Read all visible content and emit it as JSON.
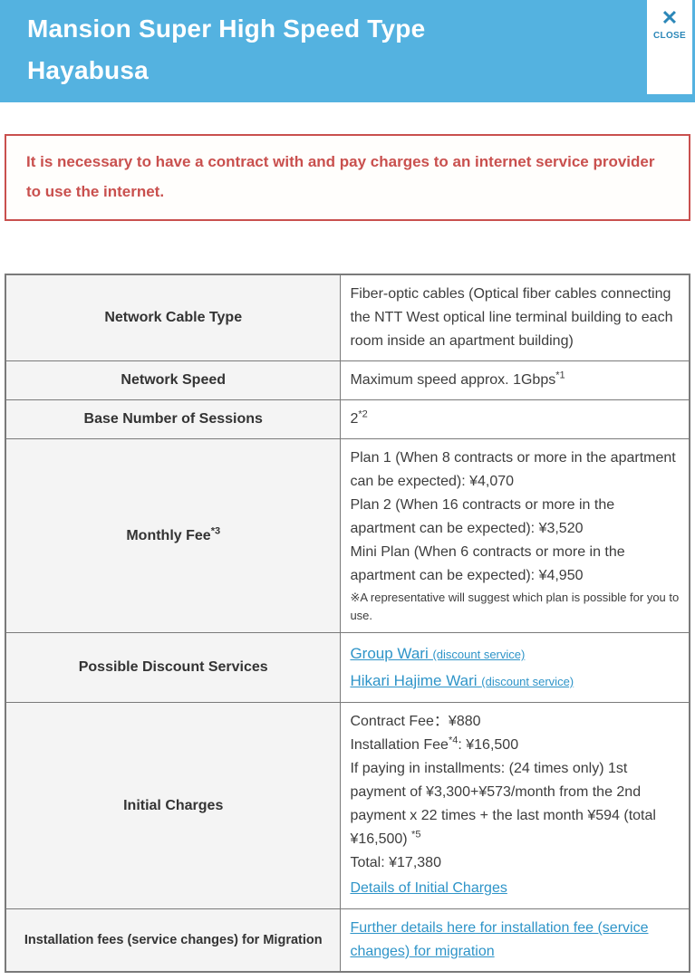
{
  "colors": {
    "header_bg": "#54b2e0",
    "close_blue": "#2b87b8",
    "notice_red": "#c9504e",
    "link_blue": "#2e94c8",
    "label_bg": "#f4f4f4",
    "table_border": "#7a7a7a"
  },
  "header": {
    "title_line1": "Mansion Super High Speed Type",
    "title_line2": "Hayabusa",
    "close_icon": "✕",
    "close_label": "CLOSE"
  },
  "notice": {
    "text": "It is necessary to have a contract with and pay charges to an internet service provider to use the internet."
  },
  "table": {
    "rows": {
      "cable": {
        "label": "Network Cable Type",
        "value": "Fiber-optic cables (Optical fiber cables connecting the NTT West optical line terminal building to each room inside an apartment building)"
      },
      "speed": {
        "label": "Network Speed",
        "value": "Maximum speed approx. 1Gbps",
        "sup": "*1"
      },
      "sessions": {
        "label": "Base Number of Sessions",
        "value": "2",
        "sup": "*2"
      },
      "monthly": {
        "label": "Monthly Fee",
        "label_sup": "*3",
        "plans": [
          "Plan 1 (When 8 contracts or more in the apartment can be expected): ¥4,070",
          "Plan 2 (When 16 contracts or more in the apartment can be expected): ¥3,520",
          "Mini Plan (When 6 contracts or more in the apartment can be expected): ¥4,950"
        ],
        "note": "※A representative will suggest which plan is possible for you to use."
      },
      "discount": {
        "label": "Possible Discount Services",
        "links": [
          {
            "text": "Group Wari ",
            "suffix": "(discount service)"
          },
          {
            "text": "Hikari Hajime Wari ",
            "suffix": "(discount service)"
          }
        ]
      },
      "initial": {
        "label": "Initial Charges",
        "contract_fee": "Contract Fee：¥880",
        "installation_fee_pre": "Installation Fee",
        "installation_fee_sup": "*4",
        "installation_fee_post": ": ¥16,500",
        "installments": "If paying in installments: (24 times only) 1st payment of ¥3,300+¥573/month from the 2nd payment x 22 times + the last month ¥594 (total ¥16,500) ",
        "installments_sup": "*5",
        "total": "Total: ¥17,380",
        "link": "Details of Initial Charges"
      },
      "migration": {
        "label": "Installation fees (service changes) for Migration",
        "link": "Further details here for installation fee (service changes) for migration"
      }
    }
  }
}
